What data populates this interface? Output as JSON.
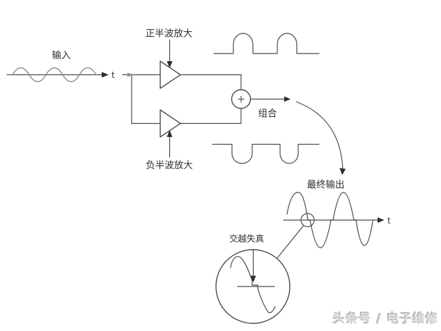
{
  "colors": {
    "background": "#ffffff",
    "line": "#4a4a4a",
    "arrow": "#2d2d2d",
    "input-wave": "#8f8f8f",
    "watermark": "#cfcfcf"
  },
  "labels": {
    "input": "输入",
    "input_axis": "t",
    "positive_amp": "正半波放大",
    "negative_amp": "负半波放大",
    "sum_symbol": "+",
    "combine": "组合",
    "final_output": "最终输出",
    "output_axis": "t",
    "crossover": "交越失真"
  },
  "watermark": {
    "text": "头条号 / 电子维修"
  }
}
